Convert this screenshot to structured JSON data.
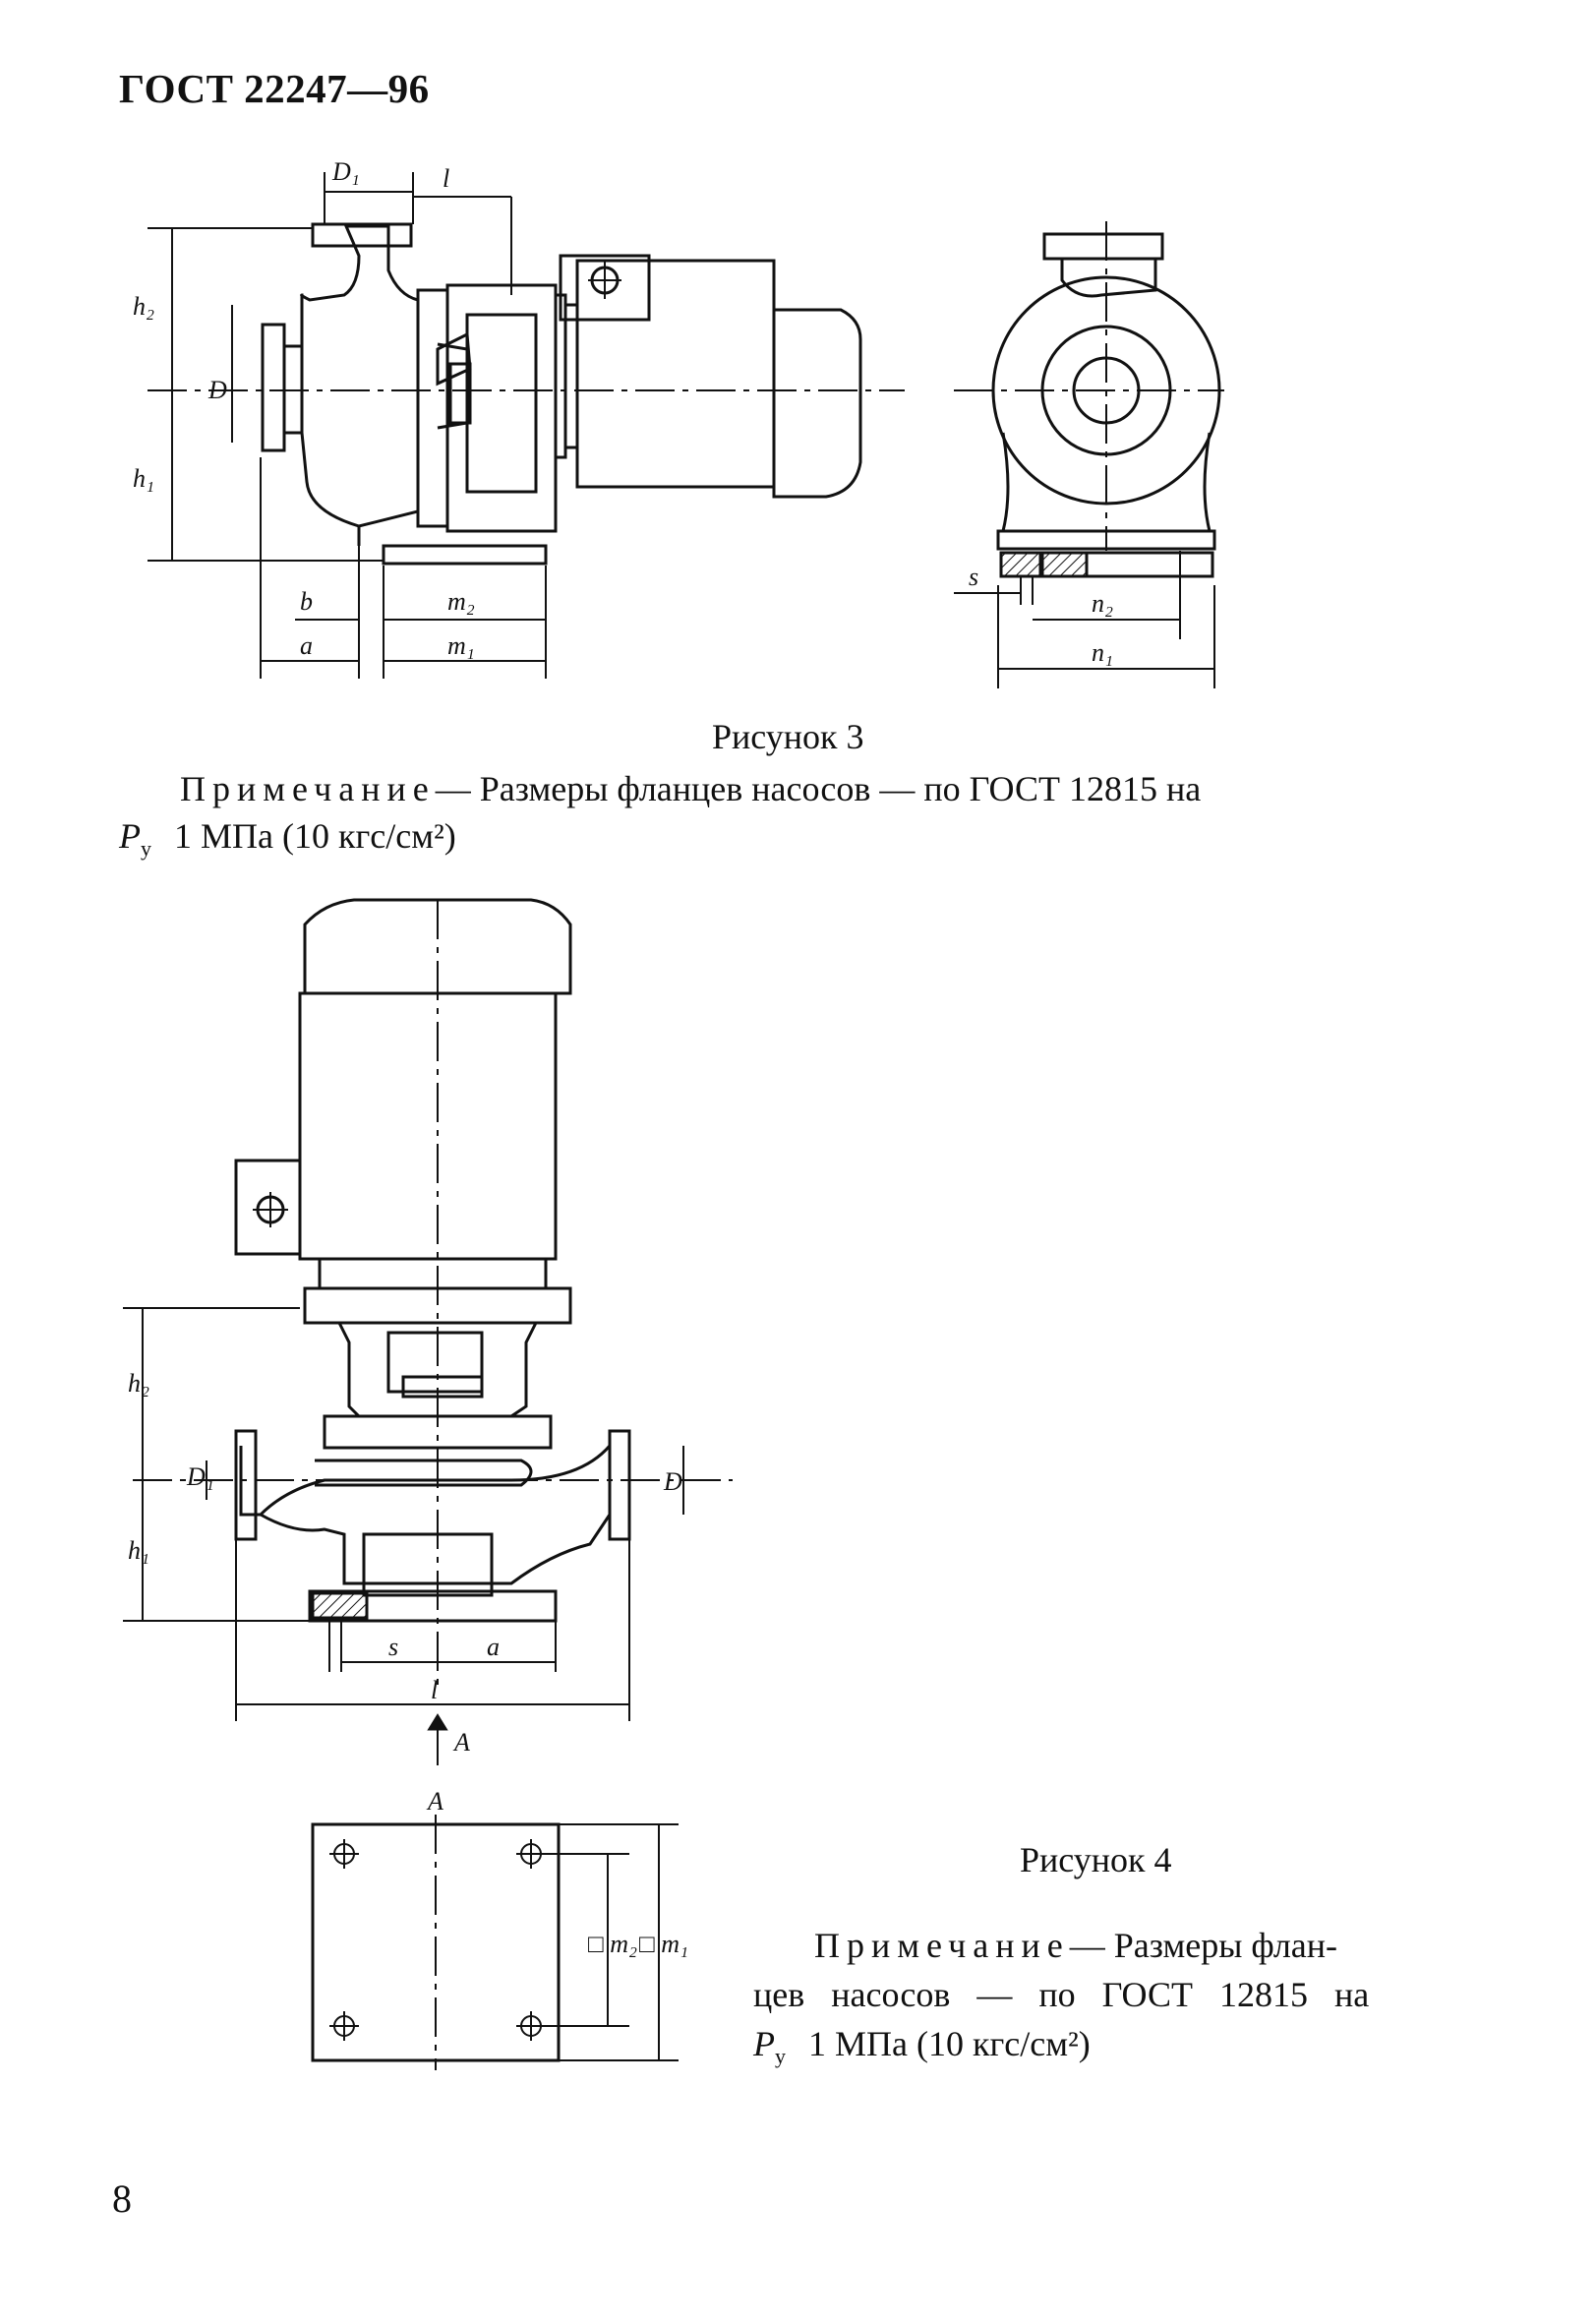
{
  "header": {
    "title": "ГОСТ 22247—96"
  },
  "figure3": {
    "caption": "Рисунок 3",
    "note_word": "Примечание",
    "note_text": "— Размеры фланцев насосов — по ГОСТ 12815 на",
    "pressure_symbol": "P",
    "pressure_sub": "у",
    "pressure_text": "1 МПа (10 кгс/см²)",
    "labels": {
      "D1": "D₁",
      "l": "l",
      "h2": "h₂",
      "D": "D",
      "h1": "h₁",
      "b": "b",
      "a": "a",
      "m2": "m₂",
      "m1": "m₁",
      "s": "s",
      "n2": "n₂",
      "n1": "n₁"
    }
  },
  "figure4": {
    "caption": "Рисунок 4",
    "note_word": "Примечание",
    "note_line1": "— Размеры флан-",
    "note_line2": "цев насосов — по ГОСТ 12815 на",
    "pressure_symbol": "P",
    "pressure_sub": "у",
    "pressure_text": "1 МПа (10 кгс/см²)",
    "labels": {
      "h2": "h₂",
      "D1": "D₁",
      "D": "D",
      "h1": "h₁",
      "s": "s",
      "a": "a",
      "l": "l",
      "A_arrow": "A",
      "A_view": "A",
      "m2": "□ m₂",
      "m1": "□ m₁"
    }
  },
  "page": {
    "number": "8"
  }
}
